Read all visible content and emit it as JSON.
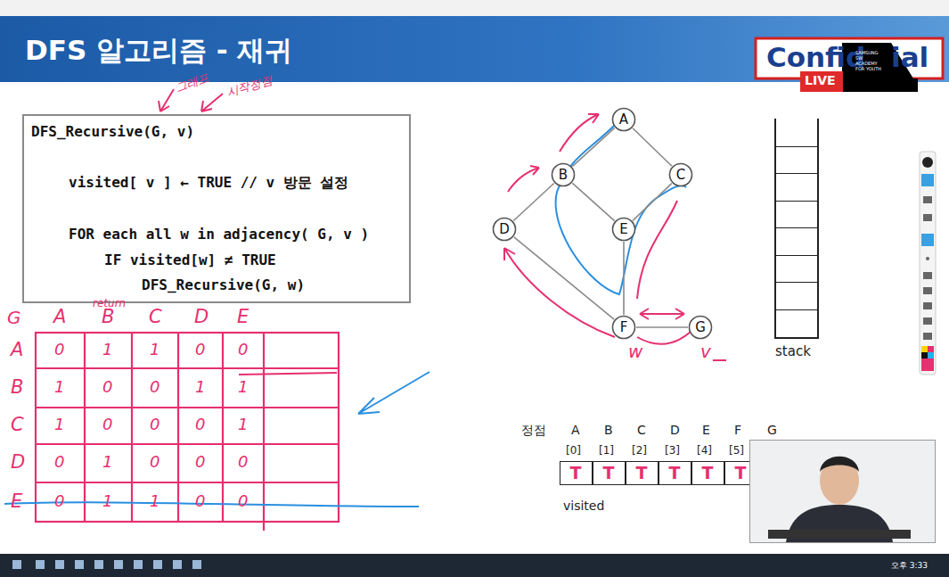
{
  "diagram": {
    "title": "DFS 알고리즘 - 재귀",
    "nodes": [
      {
        "text": [
          "DFS_Recursive(G,  v)",
          "visited[ v ] ← TRUE  // v 방문 설정",
          "FOR  each all w in adjacency( G, v )",
          "IF  visited[w]  ≠  TRUE",
          "DFS_Recursive(G, w)"
        ]
      },
      {
        "text": [
          "A"
        ]
      },
      {
        "text": [
          "B"
        ]
      },
      {
        "text": [
          "C"
        ]
      },
      {
        "text": [
          "D"
        ]
      },
      {
        "text": [
          "E"
        ]
      },
      {
        "text": [
          "F"
        ]
      },
      {
        "text": [
          "G"
        ]
      },
      {
        "text": [
          "stack"
        ]
      },
      {
        "text": [
          "T"
        ]
      },
      {
        "text": [
          "T"
        ]
      },
      {
        "text": [
          "T"
        ]
      },
      {
        "text": [
          "T"
        ]
      },
      {
        "text": [
          "T"
        ]
      },
      {
        "text": [
          "T"
        ]
      }
    ],
    "edges": [
      {
        "from": 1,
        "to": 2,
        "arrow": "none"
      },
      {
        "from": 1,
        "to": 3,
        "arrow": "none"
      },
      {
        "from": 2,
        "to": 4,
        "arrow": "none"
      },
      {
        "from": 2,
        "to": 5,
        "arrow": "none"
      },
      {
        "from": 3,
        "to": 5,
        "arrow": "none"
      },
      {
        "from": 4,
        "to": 6,
        "arrow": "none"
      },
      {
        "from": 5,
        "to": 6,
        "arrow": "none"
      },
      {
        "from": 6,
        "to": 7,
        "arrow": "none"
      }
    ],
    "labels": [
      "Confid",
      "ial",
      "LIVE",
      "SAMSUNG SW ACADEMY FOR YOUTH",
      "그래프",
      "시작정점",
      "return",
      "G",
      "A",
      "B",
      "C",
      "D",
      "E",
      "A",
      "B",
      "C",
      "D",
      "E",
      "0",
      "1",
      "1",
      "0",
      "0",
      "1",
      "0",
      "0",
      "1",
      "1",
      "1",
      "0",
      "0",
      "0",
      "1",
      "0",
      "1",
      "0",
      "0",
      "0",
      "0",
      "1",
      "1",
      "0",
      "0",
      "w",
      "v",
      "정점",
      "A",
      "B",
      "C",
      "D",
      "E",
      "F",
      "G",
      "[0]",
      "[1]",
      "[2]",
      "[3]",
      "[4]",
      "[5]",
      "visited",
      "오후 3:33"
    ]
  }
}
